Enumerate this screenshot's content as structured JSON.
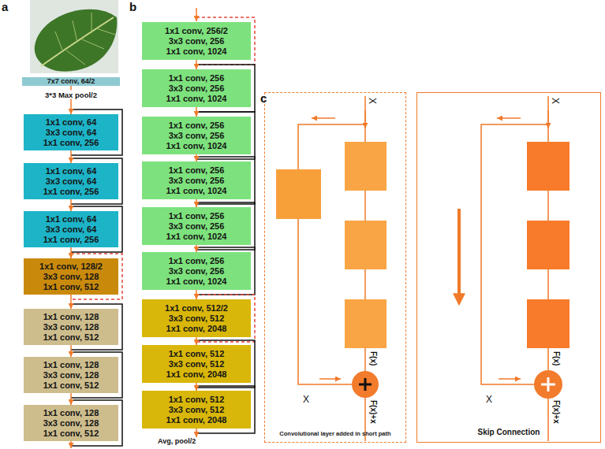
{
  "diagram": {
    "nodes": [
      {
        "text": [
          "7x7 conv, 64/2"
        ]
      },
      {
        "text": [
          "1x1 conv, 64",
          "3x3 conv, 64",
          "1x1 conv, 256"
        ]
      },
      {
        "text": [
          "1x1 conv, 64",
          "3x3 conv, 64",
          "1x1 conv, 256"
        ]
      },
      {
        "text": [
          "1x1 conv, 64",
          "3x3 conv, 64",
          "1x1 conv, 256"
        ]
      },
      {
        "text": [
          "1x1 conv, 128/2",
          "3x3 conv, 128",
          "1x1 conv, 512"
        ]
      },
      {
        "text": [
          "1x1 conv, 128",
          "3x3 conv, 128",
          "1x1 conv, 512"
        ]
      },
      {
        "text": [
          "1x1 conv, 128",
          "3x3 conv, 128",
          "1x1 conv, 512"
        ]
      },
      {
        "text": [
          "1x1 conv, 128",
          "3x3 conv, 128",
          "1x1 conv, 512"
        ]
      },
      {
        "text": [
          "1x1 conv, 256/2",
          "3x3 conv, 256",
          "1x1 conv, 1024"
        ]
      },
      {
        "text": [
          "1x1 conv, 256",
          "3x3 conv, 256",
          "1x1 conv, 1024"
        ]
      },
      {
        "text": [
          "1x1 conv, 256",
          "3x3 conv, 256",
          "1x1 conv, 1024"
        ]
      },
      {
        "text": [
          "1x1 conv, 256",
          "3x3 conv, 256",
          "1x1 conv, 1024"
        ]
      },
      {
        "text": [
          "1x1 conv, 256",
          "3x3 conv, 256",
          "1x1 conv, 1024"
        ]
      },
      {
        "text": [
          "1x1 conv, 256",
          "3x3 conv, 256",
          "1x1 conv, 1024"
        ]
      },
      {
        "text": [
          "1x1 conv, 512/2",
          "3x3 conv, 512",
          "1x1 conv, 2048"
        ]
      },
      {
        "text": [
          "1x1 conv, 512",
          "3x3 conv, 512",
          "1x1 conv, 2048"
        ]
      },
      {
        "text": [
          "1x1 conv, 512",
          "3x3 conv, 512",
          "1x1 conv, 2048"
        ]
      },
      {
        "text": [
          "Convolutional layer added in short path"
        ]
      },
      {
        "text": [
          "Skip Connection"
        ]
      }
    ],
    "edges": [
      {
        "from": 0,
        "to": 1,
        "arrow": "to",
        "label": "3*3 Max pool/2"
      },
      {
        "from": 1,
        "to": 2,
        "arrow": "to"
      },
      {
        "from": 2,
        "to": 3,
        "arrow": "to"
      },
      {
        "from": 3,
        "to": 4,
        "arrow": "to"
      },
      {
        "from": 4,
        "to": 5,
        "arrow": "to"
      },
      {
        "from": 5,
        "to": 6,
        "arrow": "to"
      },
      {
        "from": 6,
        "to": 7,
        "arrow": "to"
      },
      {
        "from": 8,
        "to": 9,
        "arrow": "to"
      },
      {
        "from": 9,
        "to": 10,
        "arrow": "to"
      },
      {
        "from": 10,
        "to": 11,
        "arrow": "to"
      },
      {
        "from": 11,
        "to": 12,
        "arrow": "to"
      },
      {
        "from": 12,
        "to": 13,
        "arrow": "to"
      },
      {
        "from": 13,
        "to": 14,
        "arrow": "to"
      },
      {
        "from": 14,
        "to": 15,
        "arrow": "to"
      },
      {
        "from": 15,
        "to": 16,
        "arrow": "to"
      }
    ],
    "labels": [
      "a",
      "b",
      "c",
      "Avg, pool/2",
      "X",
      "F(x)",
      "X",
      "F(x)+x",
      "X",
      "F(x)",
      "X",
      "F(x)+x"
    ]
  }
}
